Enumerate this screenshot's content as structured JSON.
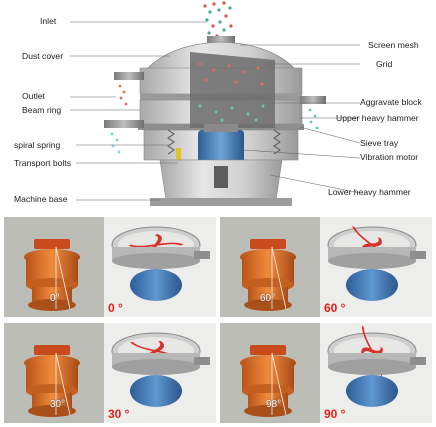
{
  "labels": {
    "inlet": "Inlet",
    "dust_cover": "Dust cover",
    "outlet": "Outlet",
    "beam_ring": "Beam ring",
    "spiral_spring": "spiral spring",
    "transport_bolts": "Transport bolts",
    "machine_base": "Machine base",
    "screen_mesh": "Screen mesh",
    "grid": "Grid",
    "aggravate_block": "Aggravate block",
    "upper_heavy_hammer": "Upper heavy hammer",
    "sieve_tray": "Sieve tray",
    "vibration_motor": "Vibration motor",
    "lower_heavy_hammer": "Lower heavy hammer"
  },
  "panels": [
    {
      "angle_motor": "0°",
      "angle_red": "0 °"
    },
    {
      "angle_motor": "60°",
      "angle_red": "60 °"
    },
    {
      "angle_motor": "30°",
      "angle_red": "30 °"
    },
    {
      "angle_motor": "98°",
      "angle_red": "90 °"
    }
  ],
  "colors": {
    "accent_red": "#e2231a",
    "motor_orange": "#e8742a",
    "machine_gray": "#c9c9c9",
    "motor_blue": "#3a7bbf"
  }
}
